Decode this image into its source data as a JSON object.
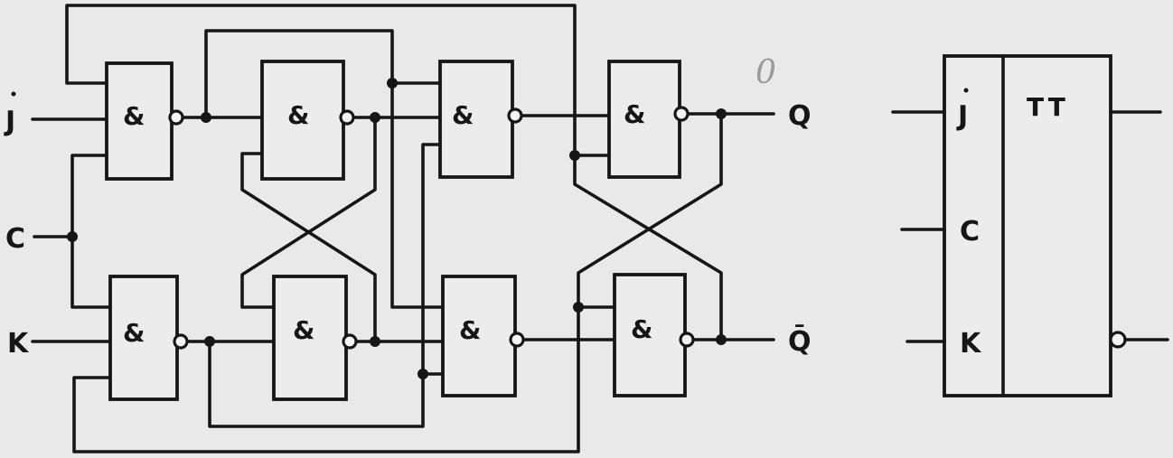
{
  "gate_symbol": "&",
  "inputs": {
    "j": "J",
    "c": "C",
    "k": "K"
  },
  "outputs": {
    "q": "Q",
    "q_bar": "Q̄"
  },
  "handwritten_mark": "0",
  "symbol_block": {
    "function_label": "TT",
    "pins": {
      "j": "J",
      "c": "C",
      "k": "K"
    }
  }
}
